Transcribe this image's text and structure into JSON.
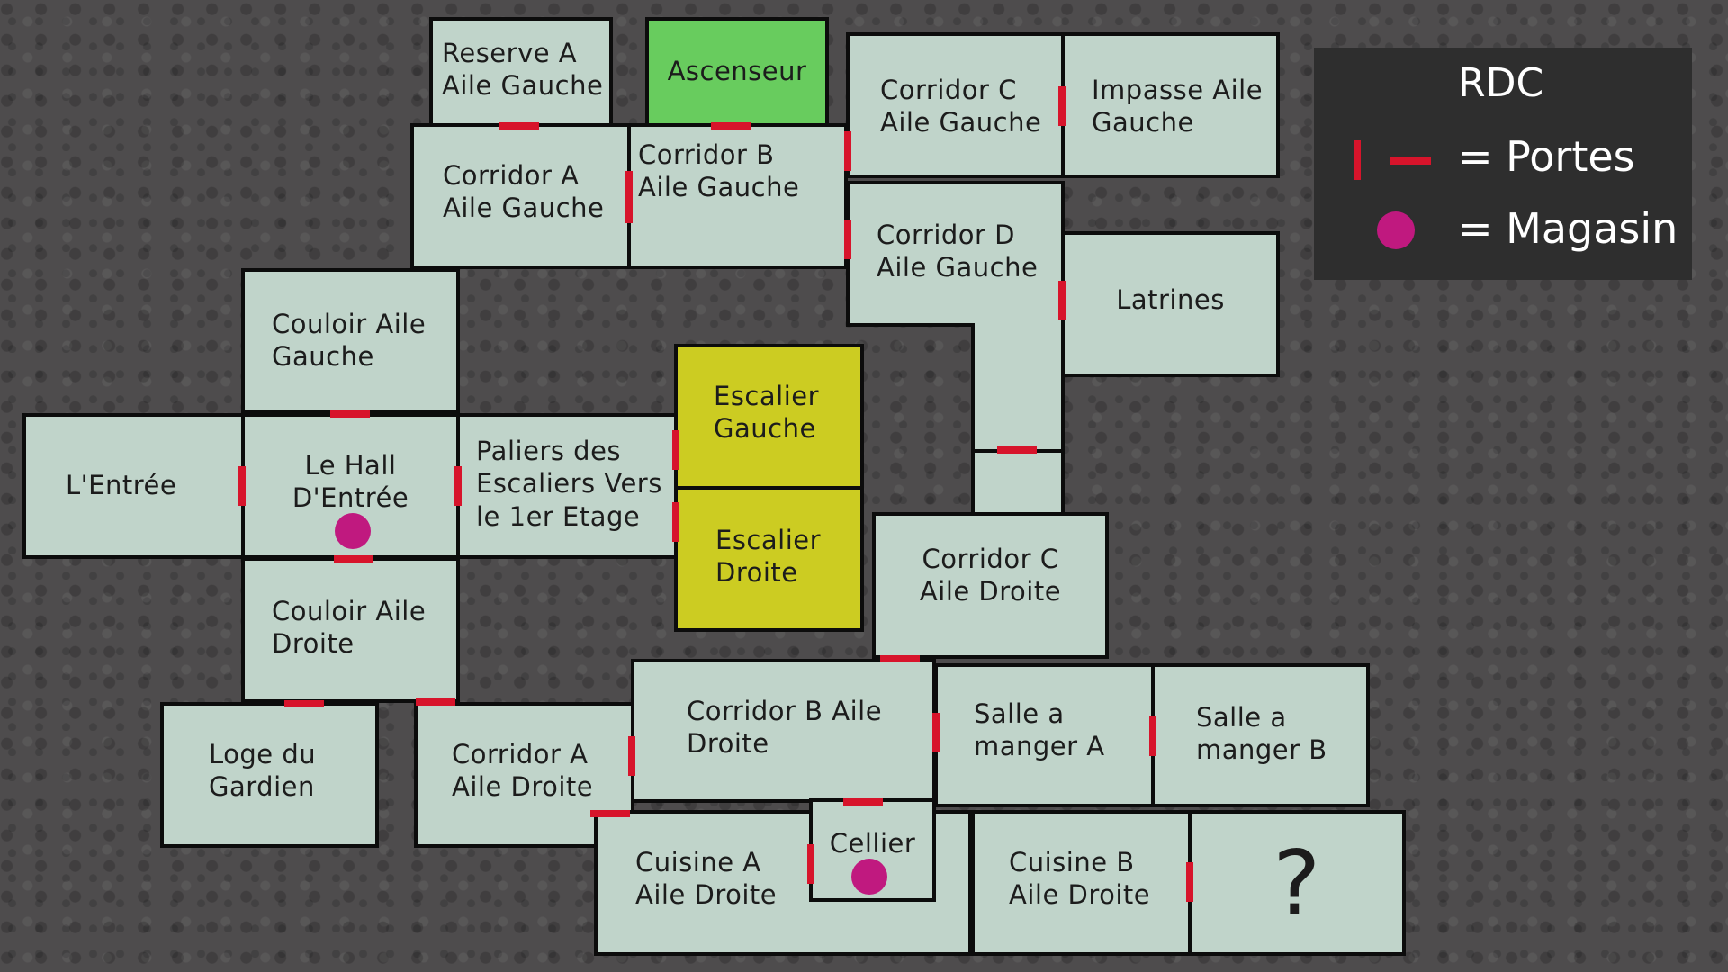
{
  "legend": {
    "title": "RDC",
    "doors_label": "= Portes",
    "shop_label": "= Magasin"
  },
  "rooms": {
    "reserve_a": "Reserve A\nAile Gauche",
    "ascenseur": "Ascenseur",
    "corridor_c_gauche": "Corridor C\nAile Gauche",
    "impasse": "Impasse Aile\nGauche",
    "corridor_a_gauche": "Corridor A\nAile Gauche",
    "corridor_b_gauche": "Corridor B\nAile Gauche",
    "corridor_d_gauche": "Corridor D\nAile Gauche",
    "latrines": "Latrines",
    "couloir_gauche": "Couloir Aile\nGauche",
    "entree": "L'Entrée",
    "hall": "Le Hall\nD'Entrée",
    "paliers": "Paliers des\nEscaliers Vers\nle 1er Etage",
    "escalier_gauche": "Escalier\nGauche",
    "escalier_droite": "Escalier\nDroite",
    "corridor_c_droite": "Corridor C\nAile Droite",
    "couloir_droite": "Couloir Aile\nDroite",
    "loge": "Loge du\nGardien",
    "corridor_a_droite": "Corridor A\nAile Droite",
    "corridor_b_droite": "Corridor B Aile\nDroite",
    "salle_a": "Salle a\nmanger A",
    "salle_b": "Salle a\nmanger B",
    "cuisine_a": "Cuisine A\nAile Droite",
    "cellier": "Cellier",
    "cuisine_b": "Cuisine B\nAile Droite",
    "unknown": "?"
  },
  "colors": {
    "room": "#c0d4ca",
    "elevator": "#68cc5e",
    "stairs": "#cccc22",
    "door": "#d7142b",
    "shop": "#c0197f",
    "legend_bg": "#2e2e2e"
  }
}
